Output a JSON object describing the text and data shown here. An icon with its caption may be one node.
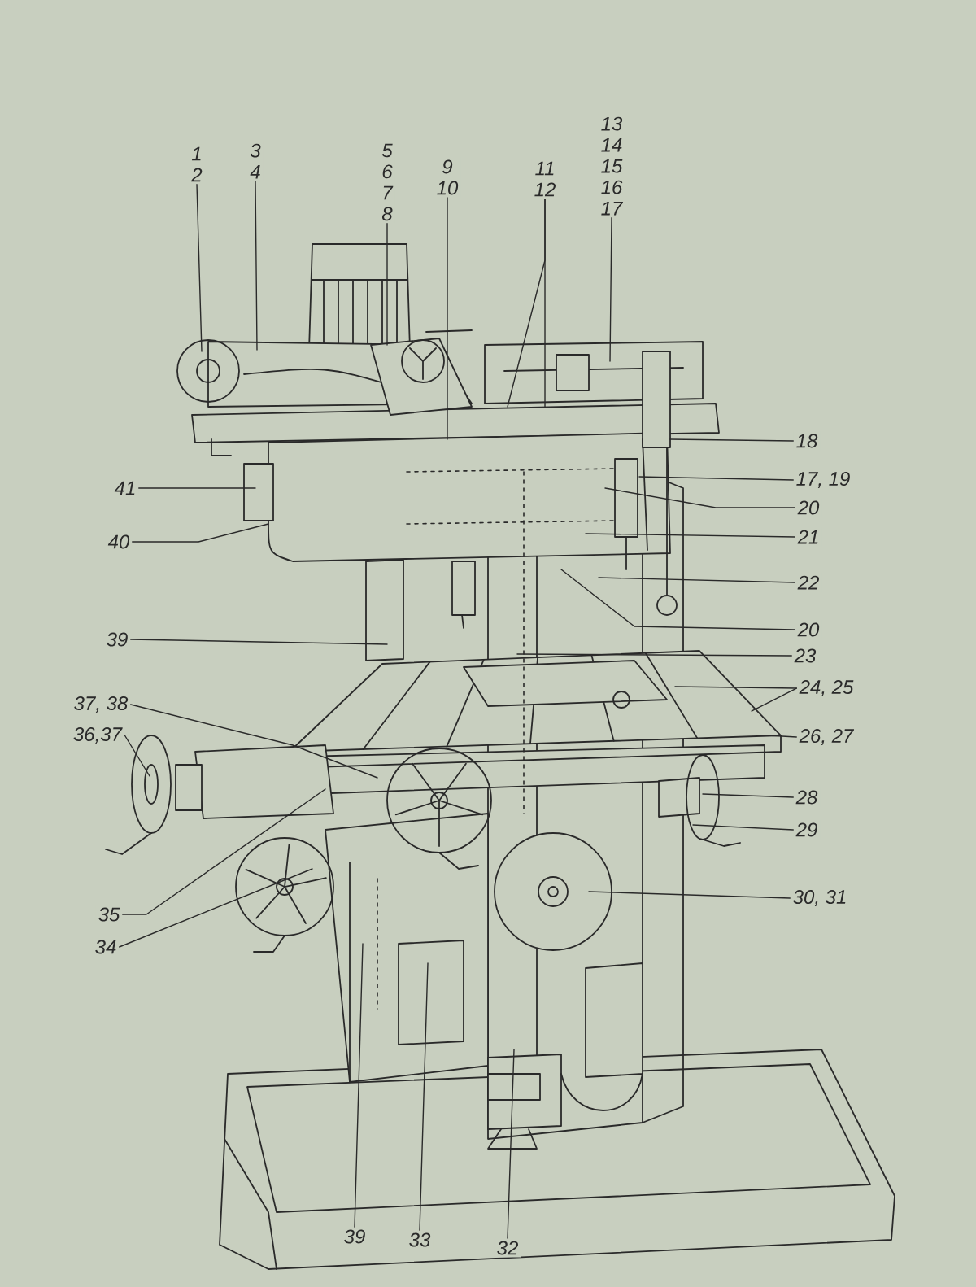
{
  "diagram": {
    "nodes": [
      {
        "text": [
          "1",
          "2"
        ]
      },
      {
        "text": [
          "3",
          "4"
        ]
      },
      {
        "text": [
          "5",
          "6",
          "7",
          "8"
        ]
      },
      {
        "text": [
          "9",
          "10"
        ]
      },
      {
        "text": [
          "11",
          "12"
        ]
      },
      {
        "text": [
          "13",
          "14",
          "15",
          "16",
          "17"
        ]
      },
      {
        "text": [
          "18"
        ]
      },
      {
        "text": [
          "17, 19"
        ]
      },
      {
        "text": [
          "20"
        ]
      },
      {
        "text": [
          "21"
        ]
      },
      {
        "text": [
          "22"
        ]
      },
      {
        "text": [
          "20"
        ]
      },
      {
        "text": [
          "23"
        ]
      },
      {
        "text": [
          "24, 25"
        ]
      },
      {
        "text": [
          "26, 27"
        ]
      },
      {
        "text": [
          "28"
        ]
      },
      {
        "text": [
          "29"
        ]
      },
      {
        "text": [
          "30, 31"
        ]
      },
      {
        "text": [
          "41"
        ]
      },
      {
        "text": [
          "40"
        ]
      },
      {
        "text": [
          "39"
        ]
      },
      {
        "text": [
          "37, 38"
        ]
      },
      {
        "text": [
          "36,37"
        ]
      },
      {
        "text": [
          "35"
        ]
      },
      {
        "text": [
          "34"
        ]
      },
      {
        "text": [
          "39"
        ]
      },
      {
        "text": [
          "33"
        ]
      },
      {
        "text": [
          "32"
        ]
      }
    ],
    "edges": [
      {
        "from": 0,
        "to": null,
        "arrow": "none"
      },
      {
        "from": 1,
        "to": null,
        "arrow": "none"
      },
      {
        "from": 2,
        "to": null,
        "arrow": "none"
      },
      {
        "from": 3,
        "to": null,
        "arrow": "none"
      },
      {
        "from": 4,
        "to": null,
        "arrow": "none"
      },
      {
        "from": 4,
        "to": null,
        "arrow": "none"
      },
      {
        "from": 5,
        "to": null,
        "arrow": "none"
      },
      {
        "from": 6,
        "to": null,
        "arrow": "none"
      },
      {
        "from": 7,
        "to": null,
        "arrow": "none"
      },
      {
        "from": 8,
        "to": null,
        "arrow": "none"
      },
      {
        "from": 9,
        "to": null,
        "arrow": "none"
      },
      {
        "from": 10,
        "to": null,
        "arrow": "none"
      },
      {
        "from": 11,
        "to": null,
        "arrow": "none"
      },
      {
        "from": 12,
        "to": null,
        "arrow": "none"
      },
      {
        "from": 13,
        "to": null,
        "arrow": "none"
      },
      {
        "from": 13,
        "to": null,
        "arrow": "none"
      },
      {
        "from": 14,
        "to": null,
        "arrow": "none"
      },
      {
        "from": 15,
        "to": null,
        "arrow": "none"
      },
      {
        "from": 16,
        "to": null,
        "arrow": "none"
      },
      {
        "from": 17,
        "to": null,
        "arrow": "none"
      },
      {
        "from": 18,
        "to": null,
        "arrow": "none"
      },
      {
        "from": 19,
        "to": null,
        "arrow": "none"
      },
      {
        "from": 20,
        "to": null,
        "arrow": "none"
      },
      {
        "from": 21,
        "to": null,
        "arrow": "none"
      },
      {
        "from": 22,
        "to": null,
        "arrow": "none"
      },
      {
        "from": 23,
        "to": null,
        "arrow": "none"
      },
      {
        "from": 24,
        "to": null,
        "arrow": "none"
      },
      {
        "from": 25,
        "to": null,
        "arrow": "none"
      },
      {
        "from": 26,
        "to": null,
        "arrow": "none"
      },
      {
        "from": 27,
        "to": null,
        "arrow": "none"
      }
    ]
  }
}
